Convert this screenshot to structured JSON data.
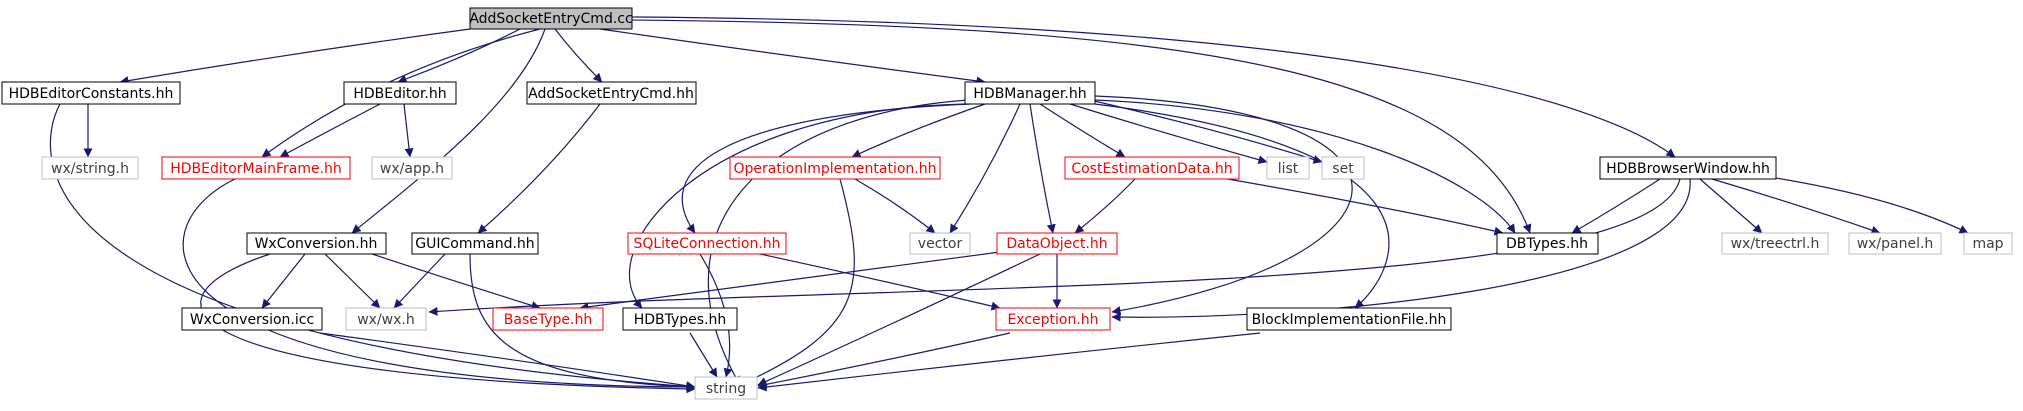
{
  "colors": {
    "black_border": "#000000",
    "red_border": "#ff0000",
    "gray_border": "#bfbfbf",
    "root_fill": "#bfbfbf",
    "edge": "#191970",
    "text_dark": "#000000",
    "text_gray": "#3f3f3f"
  },
  "nodes": {
    "root": "AddSocketEntryCmd.cc",
    "hdbeditorconstants": "HDBEditorConstants.hh",
    "hdbeditor": "HDBEditor.hh",
    "addsocketentrycmd_hh": "AddSocketEntryCmd.hh",
    "hdbmanager": "HDBManager.hh",
    "hdbbrowserwindow": "HDBBrowserWindow.hh",
    "wxstring": "wx/string.h",
    "hdbeditormainframe": "HDBEditorMainFrame.hh",
    "wxapp": "wx/app.h",
    "operationimplementation": "OperationImplementation.hh",
    "costestimationdata": "CostEstimationData.hh",
    "list": "list",
    "set": "set",
    "wxconversion_hh": "WxConversion.hh",
    "guicommand": "GUICommand.hh",
    "sqliteconnection": "SQLiteConnection.hh",
    "vector": "vector",
    "dataobject": "DataObject.hh",
    "dbtypes": "DBTypes.hh",
    "wxtreectrl": "wx/treectrl.h",
    "wxpanel": "wx/panel.h",
    "map": "map",
    "wxconversion_icc": "WxConversion.icc",
    "wxwx": "wx/wx.h",
    "basetype": "BaseType.hh",
    "hdbtypes": "HDBTypes.hh",
    "exception": "Exception.hh",
    "blockimplementationfile": "BlockImplementationFile.hh",
    "string": "string"
  }
}
